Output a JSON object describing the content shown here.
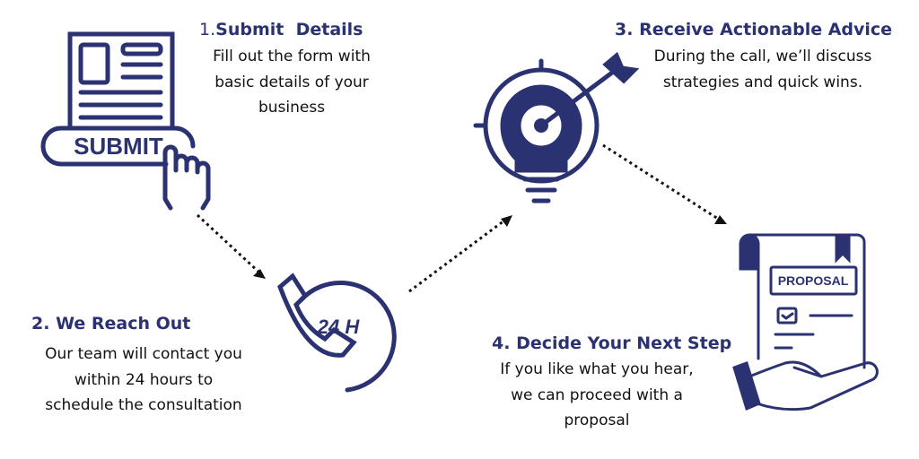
{
  "colors": {
    "accent": "#2b3272"
  },
  "steps": [
    {
      "number": "1.",
      "title": "Submit  Details",
      "lines": [
        "Fill out the form with",
        "basic details of your",
        "business"
      ],
      "icon": "submit-form-icon",
      "icon_label": "SUBMIT"
    },
    {
      "number": "2.",
      "title": "We Reach Out",
      "lines": [
        "Our team will contact you",
        "within 24 hours to",
        "schedule the consultation"
      ],
      "icon": "phone-24h-icon",
      "icon_label": "24 H"
    },
    {
      "number": "3.",
      "title": "Receive Actionable Advice",
      "lines": [
        "During the call, we’ll discuss",
        "strategies and quick wins."
      ],
      "icon": "lightbulb-target-icon"
    },
    {
      "number": "4.",
      "title": "Decide Your Next Step",
      "lines": [
        "If you like what you hear,",
        "we can proceed with a",
        "proposal"
      ],
      "icon": "proposal-hand-icon",
      "icon_label": "PROPOSAL"
    }
  ]
}
